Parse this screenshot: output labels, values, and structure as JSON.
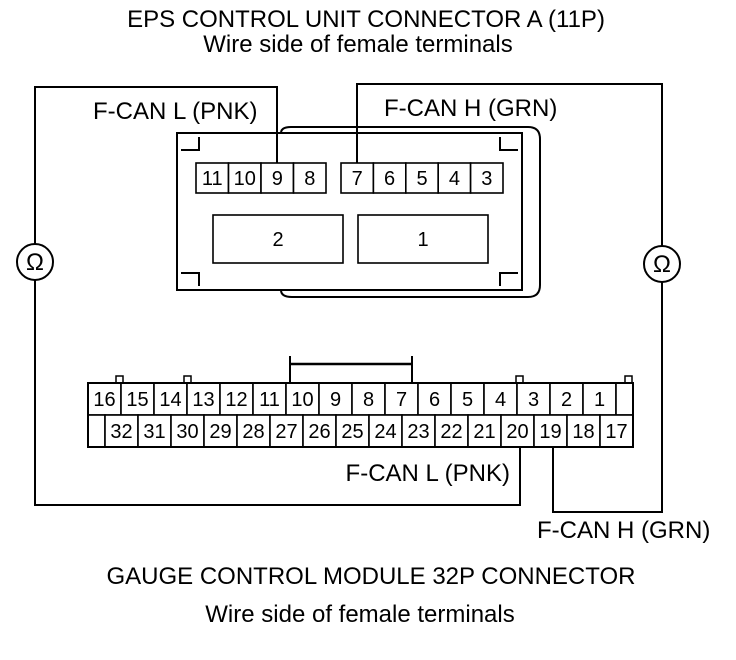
{
  "eps_connector": {
    "title": "EPS CONTROL UNIT CONNECTOR A (11P)",
    "subtitle": "Wire side of female terminals",
    "small_pins_left": [
      "11",
      "10",
      "9",
      "8"
    ],
    "small_pins_right": [
      "7",
      "6",
      "5",
      "4",
      "3"
    ],
    "large_pins": [
      "2",
      "1"
    ],
    "wire_labels": {
      "can_low": "F-CAN L (PNK)",
      "can_high": "F-CAN H (GRN)"
    }
  },
  "gauge_connector": {
    "title": "GAUGE CONTROL MODULE 32P CONNECTOR",
    "subtitle": "Wire side of female terminals",
    "top_row_pins": [
      "16",
      "15",
      "14",
      "13",
      "12",
      "11",
      "10",
      "9",
      "8",
      "7",
      "6",
      "5",
      "4",
      "3",
      "2",
      "1"
    ],
    "bottom_row_pins": [
      "32",
      "31",
      "30",
      "29",
      "28",
      "27",
      "26",
      "25",
      "24",
      "23",
      "22",
      "21",
      "20",
      "19",
      "18",
      "17"
    ],
    "wire_labels": {
      "can_low": "F-CAN L (PNK)",
      "can_high": "F-CAN H (GRN)"
    }
  },
  "meters": [
    {
      "icon": "ohmmeter-icon",
      "symbol": "Ω"
    },
    {
      "icon": "ohmmeter-icon",
      "symbol": "Ω"
    }
  ],
  "colors": {
    "line": "#000000",
    "background": "#ffffff"
  }
}
